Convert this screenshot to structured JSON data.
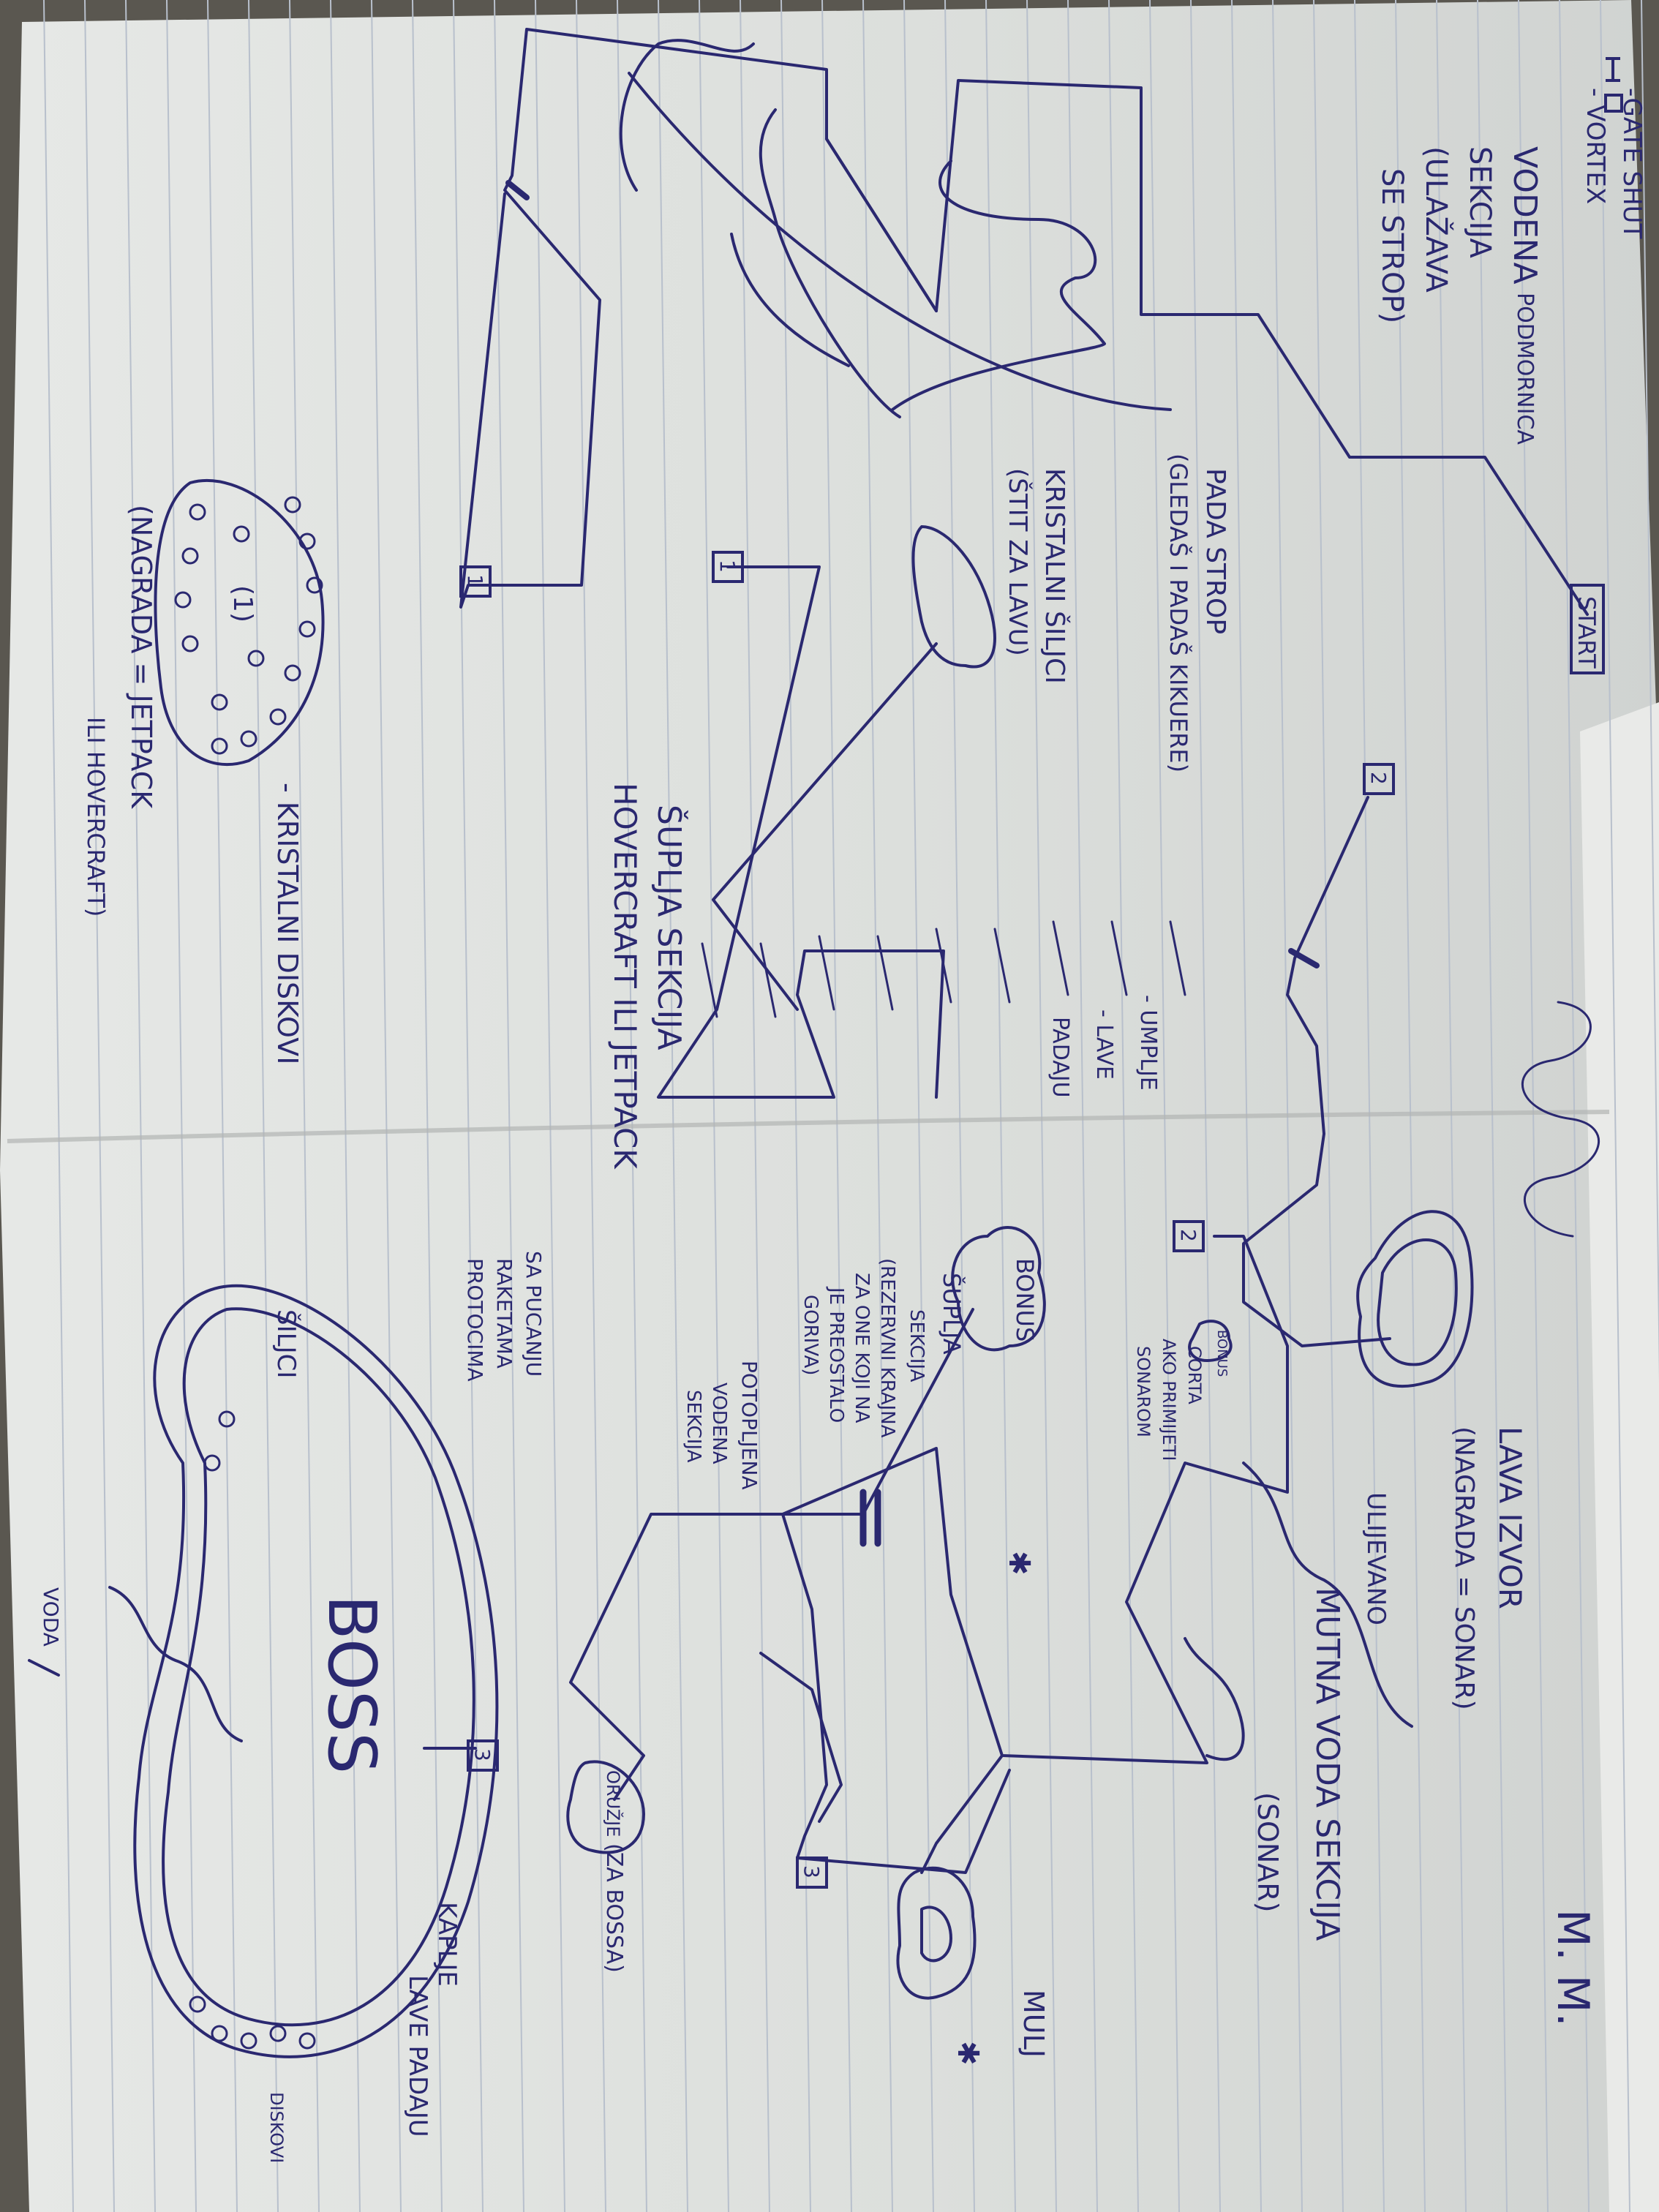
{
  "legend": {
    "gate": "-GATE SHUT",
    "vortex": "- VORTEX"
  },
  "labels": {
    "start": "START",
    "vodena_1": "VODENA",
    "vodena_1b": "PODMORNICA",
    "vodena_2": "SEKCIJA",
    "ulazak_1": "(ULAŽAVA",
    "ulazak_2": "SE STROP)",
    "pada_1": "PADA STROP",
    "pada_2": "(GLEDAŠ I PADAŠ KIKUERE)",
    "kristal_1": "KRISTALNI ŠILJCI",
    "kristal_2": "(ŠTIT ZA LAVU)",
    "supla_1": "ŠUPLJA SEKCIJA",
    "supla_2": "HOVERCRAFT ILI JETPACK",
    "supla_3": "SA PUCANJU",
    "supla_4": "RAKETAMA",
    "supla_5": "PROTOCIMA",
    "kapljice_1": "- UMPLJE",
    "kapljice_2": "- LAVE",
    "kapljice_3": "PADAJU",
    "kristalni_diskovi": "- KRISTALNI DISKOVI",
    "nagrada_1": "(NAGRADA = JETPACK",
    "nagrada_2": "ILI HOVERCRAFT)",
    "sanctuary": "(1)",
    "box_1a": "1",
    "box_1b": "1",
    "box_2a": "2",
    "box_2b": "2",
    "box_3a": "3",
    "box_3b": "3",
    "lava_izvor_1": "LAVA IZVOR",
    "lava_izvor_2": "(NAGRADA = SONAR)",
    "ulijevano": "ULIJEVANO",
    "mutna_1": "MUTNA VODA SEKCIJA",
    "mutna_2": "(SONAR)",
    "bonus": "BONUS",
    "bonus_small": "BONUS",
    "bonus_note_1": "CORTA",
    "bonus_note_2": "AKO PRIMIJETI",
    "bonus_note_3": "SONAROM",
    "supla_right_1": "ŠUPLJA",
    "supla_right_2": "SEKCIJA",
    "supla_right_3": "(REZERVNI KRAJNA",
    "supla_right_4": "ZA ONE KOJI NA",
    "supla_right_5": "JE PREOSTALO",
    "supla_right_6": "GORIVA)",
    "potopljena_1": "POTOPLJENA",
    "potopljena_2": "VODENA",
    "potopljena_3": "SEKCIJA",
    "oruzje": "ORUŽJE",
    "za_bossa": "(ZA BOSSA)",
    "silci": "ŠILJCI",
    "boss": "BOSS",
    "voda": "VODA",
    "kaplje_1": "KAPLJE",
    "kaplje_2": "LAVE PADAJU",
    "diskovi": "DISKOVI",
    "muly": "MULJ",
    "corner": "M. M."
  },
  "colors": {
    "ink": "#2a2870",
    "paper": "#dfe1df",
    "paper_shadow": "#c9ccc9",
    "lines": "#b9c0cc",
    "background": "#5a5750"
  }
}
